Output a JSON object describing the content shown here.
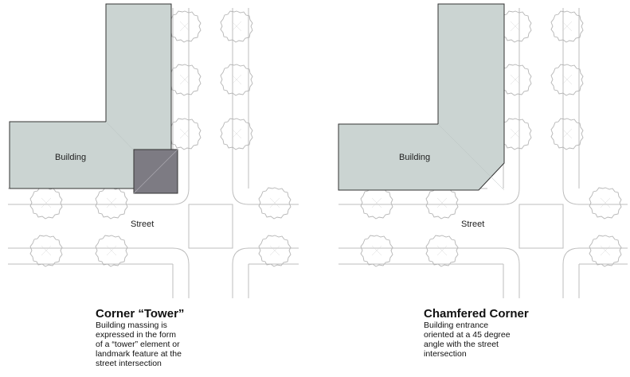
{
  "colors": {
    "building_fill": "#cbd4d2",
    "building_stroke": "#333333",
    "tower_fill": "#7d7b83",
    "street_line": "#bdbdbd",
    "tree_stroke": "#b5b5b5"
  },
  "left_panel": {
    "building_label": "Building",
    "street_label": "Street",
    "caption_title": "Corner “Tower”",
    "caption_description": "Building massing is\nexpressed in the form\nof a “tower” element or\nlandmark feature at the\nstreet intersection"
  },
  "right_panel": {
    "building_label": "Building",
    "street_label": "Street",
    "caption_title": "Chamfered Corner",
    "caption_description": "Building entrance\noriented at a 45 degree\nangle with the street\nintersection"
  },
  "icons": {
    "tree": "tree-canopy-icon"
  }
}
